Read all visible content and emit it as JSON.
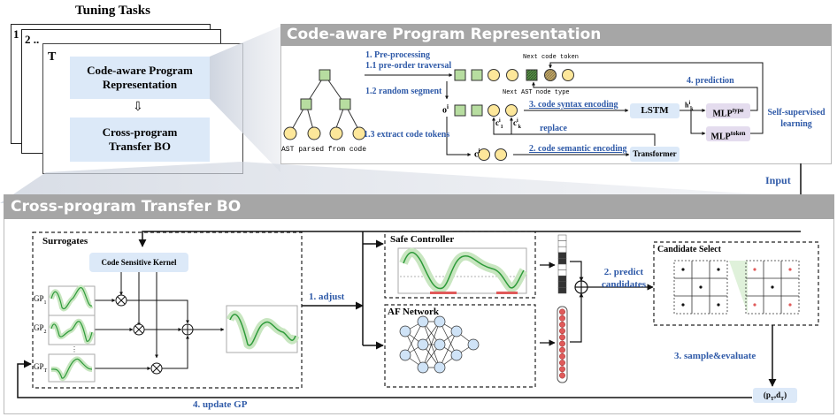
{
  "tasks": {
    "title": "Tuning Tasks",
    "index_labels": [
      "1",
      "2 ..",
      "T"
    ],
    "module_1": "Code-aware Program Representation",
    "module_2": "Cross-program Transfer BO"
  },
  "representation": {
    "title": "Code-aware Program Representation",
    "ast_caption": "AST parsed from code",
    "step_1": "1. Pre-processing",
    "step_1_1": "1.1 pre-order traversal",
    "step_1_2": "1.2 random segment",
    "step_1_3": "1.3 extract code tokens",
    "next_code_token": "Next code token",
    "next_ast_node_type": "Next AST node type",
    "step_3": "3. code syntax encoding",
    "step_2": "2. code semantic encoding",
    "replace": "replace",
    "step_4": "4. prediction",
    "lstm": "LSTM",
    "transformer": "Transformer",
    "mlp_type": "MLP",
    "mlp_type_sup": "type",
    "mlp_token": "MLP",
    "mlp_token_sup": "token",
    "hidden_label": "h",
    "self_supervised": "Self-supervised learning",
    "o_label": "o",
    "c_label": "c",
    "c1_label": "c",
    "ck_label": "c"
  },
  "input_label": "Input",
  "transfer_bo": {
    "title": "Cross-program Transfer BO",
    "surrogates": "Surrogates",
    "kernel": "Code Sensitive Kernel",
    "gp_labels": [
      "GP1",
      "GP2",
      "GPT"
    ],
    "adjust": "1. adjust",
    "safe_controller": "Safe Controller",
    "af_network": "AF Network",
    "predict": "2. predict candidates",
    "candidate_select": "Candidate Select",
    "sample_evaluate": "3. sample&evaluate",
    "result": "(pT,dT)",
    "update_gp": "4. update GP"
  },
  "colors": {
    "accent_blue": "#2f5aa8",
    "panel_header": "#a6a6a6",
    "light_blue_box": "#dce9f8",
    "purple_box": "#e4dcee",
    "green_node": "#b7dda0",
    "yellow_node": "#fde79a",
    "gp_green": "#2e9b3a",
    "red_bar": "#e05a5a"
  }
}
